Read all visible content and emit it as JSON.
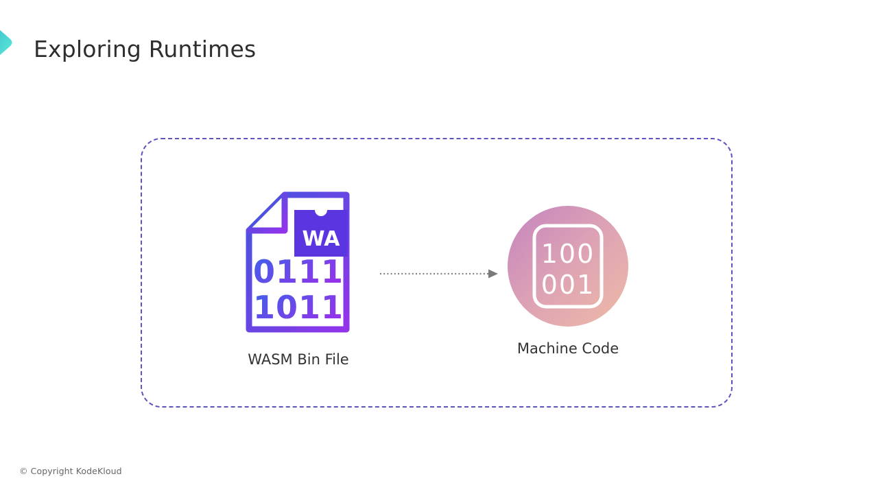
{
  "header": {
    "title": "Exploring Runtimes",
    "logo_icon": "kodekloud-chevron-icon",
    "logo_gradient_start": "#3aa9c9",
    "logo_gradient_end": "#55e6d2"
  },
  "diagram": {
    "frame_border_color": "#5d53bd",
    "nodes": [
      {
        "id": "wasm-bin-file",
        "label": "WASM Bin File",
        "icon": "wasm-file-icon",
        "badge_text": "WA",
        "badge_color": "#5b35e0",
        "binary_rows": [
          "0111",
          "1011"
        ],
        "gradient_start": "#4455dd",
        "gradient_end": "#9333ea"
      },
      {
        "id": "machine-code",
        "label": "Machine Code",
        "icon": "machine-code-icon",
        "binary_rows": [
          "100",
          "001"
        ],
        "gradient_start": "#c98bbe",
        "gradient_end": "#ecb5a9"
      }
    ],
    "connector": {
      "icon": "dotted-arrow-right-icon",
      "color": "#808080",
      "style": "dotted",
      "direction": "right"
    }
  },
  "footer": {
    "copyright": "© Copyright KodeKloud"
  }
}
